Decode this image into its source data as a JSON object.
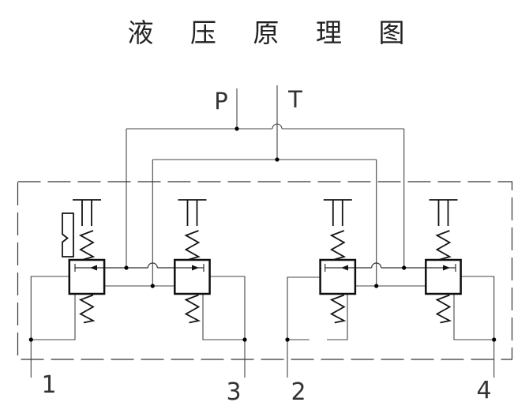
{
  "title": "液 压 原 理 图",
  "supply_ports": {
    "pressure": "P",
    "tank": "T"
  },
  "work_ports": {
    "port1": "1",
    "port3": "3",
    "port2": "2",
    "port4": "4"
  },
  "colors": {
    "background": "#ffffff",
    "line_thin": "#454545",
    "line_bold": "#0f0f0f",
    "text": "#2b2b2b"
  },
  "schematic": {
    "type": "hydraulic-manifold-diagram",
    "valve_count": 4,
    "valves": [
      {
        "id": "valve-1",
        "work_port": "1",
        "symbols": [
          "vent",
          "top-spring",
          "bottom-spring",
          "pilot-adjuster",
          "spool-arrow-left"
        ]
      },
      {
        "id": "valve-2",
        "work_port": "3",
        "symbols": [
          "vent",
          "top-spring",
          "bottom-spring",
          "spool-arrow-right"
        ]
      },
      {
        "id": "valve-3",
        "work_port": "2",
        "symbols": [
          "vent",
          "top-spring",
          "bottom-spring",
          "spool-arrow-left"
        ]
      },
      {
        "id": "valve-4",
        "work_port": "4",
        "symbols": [
          "vent",
          "top-spring",
          "bottom-spring",
          "spool-arrow-right"
        ]
      }
    ],
    "connections": [
      "P feeds spool line of valve pair 1-2 and pair 3-4",
      "T feeds tank line between valve pair 1-2 and pair 3-4",
      "each valve drain loops to its numbered work port line"
    ]
  }
}
